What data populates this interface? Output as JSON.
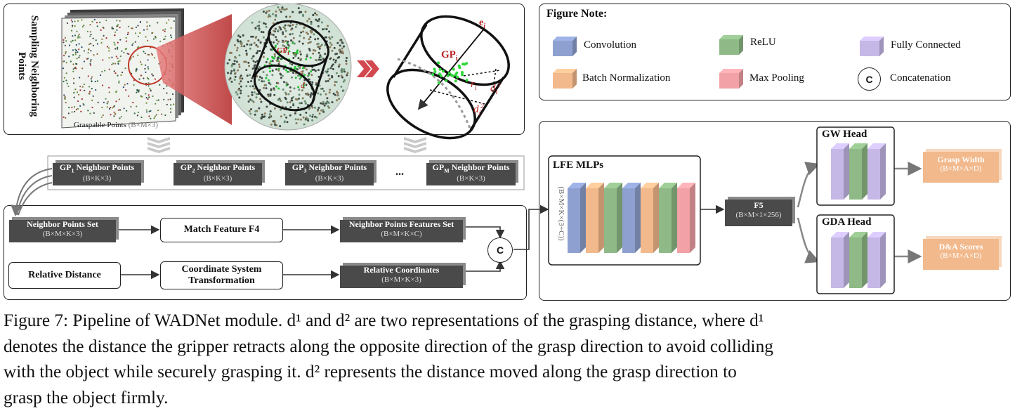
{
  "top": {
    "sampling_label": "Sampling Neighboring Points",
    "graspable_label": "Graspable Points",
    "graspable_dims": "(B×M×3)",
    "detail_labels": {
      "e": "e",
      "e_sub": "i",
      "gp": "GP",
      "gp_sub": "i",
      "r": "r",
      "r_sub": "i",
      "d1": "d",
      "d1_sub": "i",
      "d1_sup": "1",
      "d2": "d",
      "d2_sub": "i",
      "d2_sup": "2"
    }
  },
  "note": {
    "title": "Figure Note:",
    "items": [
      {
        "label": "Convolution",
        "color": "#8ea0cf"
      },
      {
        "label": "ReLU",
        "color": "#8fba87"
      },
      {
        "label": "Fully Connected",
        "color": "#c6b8e6"
      },
      {
        "label": "Batch Normalization",
        "color": "#f2b98c"
      },
      {
        "label": "Max Pooling",
        "color": "#f2a2a6"
      },
      {
        "label": "Concatenation",
        "symbol": "C"
      }
    ]
  },
  "neighbors": {
    "items": [
      {
        "prefix": "GP",
        "sub": "1",
        "suffix": " Neighbor Points",
        "dims": "(B×K×3)"
      },
      {
        "prefix": "GP",
        "sub": "2",
        "suffix": " Neighbor Points",
        "dims": "(B×K×3)"
      },
      {
        "prefix": "GP",
        "sub": "3",
        "suffix": " Neighbor Points",
        "dims": "(B×K×3)"
      },
      {
        "prefix": "GP",
        "sub": "M",
        "suffix": " Neighbor Points",
        "dims": "(B×K×3)"
      }
    ],
    "ellipsis": "..."
  },
  "pipeline": {
    "neighbor_set": {
      "title": "Neighbor Points Set",
      "dims": "(B×M×K×3)"
    },
    "match_feature": "Match Feature F4",
    "features_set": {
      "title": "Neighbor Points Features Set",
      "dims": "(B×M×K×C)"
    },
    "relative_distance": "Relative Distance",
    "coord_transform": "Coordinate System Transformation",
    "relative_coords": {
      "title": "Relative Coordinates",
      "dims": "(B×M×K×3)"
    },
    "concat": "C"
  },
  "network": {
    "lfe_title": "LFE MLPs",
    "lfe_dims": "(B×M×K×(3+C))",
    "lfe_layers": [
      "#8ea0cf",
      "#f2b98c",
      "#8fba87",
      "#8ea0cf",
      "#f2b98c",
      "#8fba87",
      "#f2a2a6"
    ],
    "f5": {
      "title": "F5",
      "dims": "(B×M×1×256)"
    },
    "gw_head": "GW Head",
    "gda_head": "GDA Head",
    "head_layers": [
      "#c6b8e6",
      "#8fba87",
      "#c6b8e6"
    ],
    "grasp_width": {
      "title": "Grasp Width",
      "dims": "(B×M×A×D)"
    },
    "da_scores": {
      "title": "D&A Scores",
      "dims": "(B×M×A×D)"
    }
  },
  "caption": {
    "lines": [
      "Figure 7: Pipeline of WADNet module. d¹ and d² are two representations of the grasping distance, where d¹",
      "denotes the distance the gripper retracts along the opposite direction of the grasp direction to avoid colliding",
      "with the object while securely grasping it. d² represents the distance moved along the grasp direction to",
      "grasp the object firmly."
    ]
  }
}
